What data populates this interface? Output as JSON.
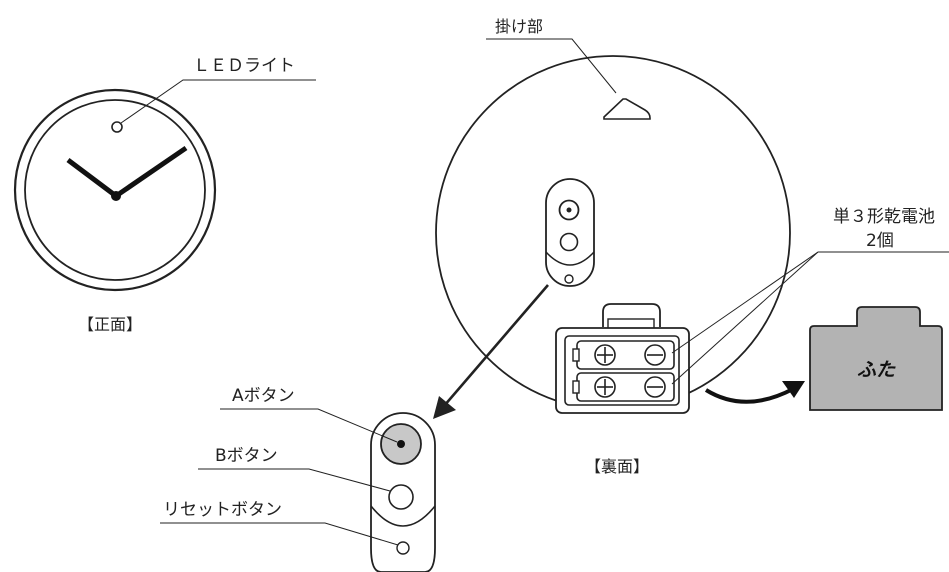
{
  "labels": {
    "led_light": "ＬＥＤライト",
    "front_caption": "【正面】",
    "hanger": "掛け部",
    "back_caption": "【裏面】",
    "battery_line1": "単３形乾電池",
    "battery_line2": "2個",
    "lid": "ふた",
    "button_a": "Aボタン",
    "button_b": "Bボタン",
    "reset_button": "リセットボタン"
  },
  "colors": {
    "stroke": "#222222",
    "lid_fill": "#b3b3b3",
    "button_a_fill": "#c8c8c8"
  }
}
